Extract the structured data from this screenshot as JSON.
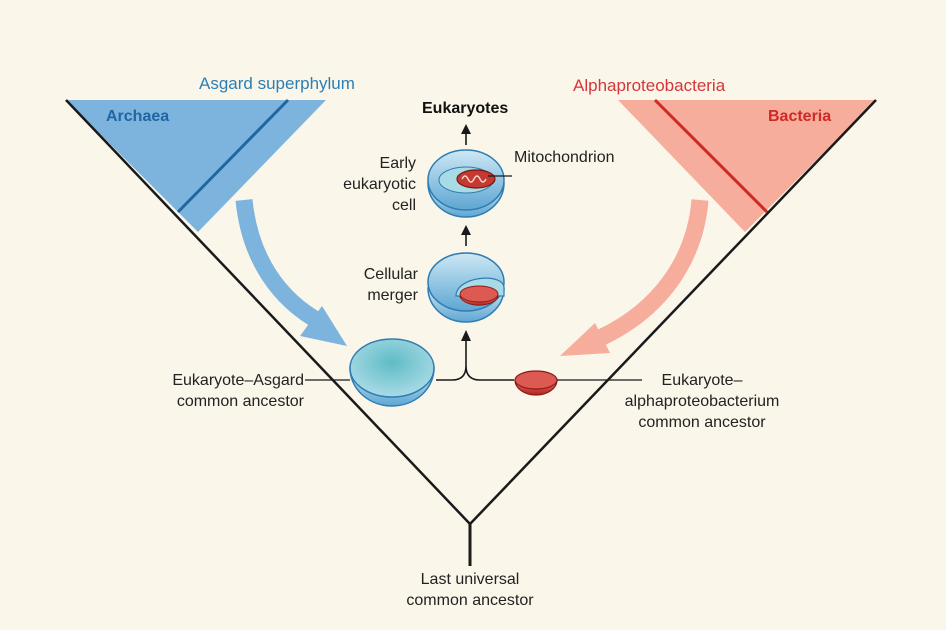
{
  "diagram": {
    "asgard_label": "Asgard superphylum",
    "archaea_label": "Archaea",
    "alpha_label": "Alphaproteobacteria",
    "bacteria_label": "Bacteria",
    "eukaryotes_label": "Eukaryotes",
    "early_cell_label": [
      "Early",
      "eukaryotic",
      "cell"
    ],
    "mitochondrion_label": "Mitochondrion",
    "merger_label": [
      "Cellular",
      "merger"
    ],
    "asgard_ancestor_label": [
      "Eukaryote–Asgard",
      "common ancestor"
    ],
    "alpha_ancestor_label": [
      "Eukaryote–",
      "alphaproteobacterium",
      "common ancestor"
    ],
    "luca_label": [
      "Last universal",
      "common ancestor"
    ]
  },
  "colors": {
    "background": "#fbf6ea",
    "archaea_blue": "#7db4dd",
    "archaea_line": "#1f66a3",
    "asgard_text": "#2b7fb4",
    "bacteria_pink": "#f6ad9c",
    "bacteria_line": "#cf2a27",
    "alpha_text": "#d4363a",
    "tree_line": "#1a1a1a"
  }
}
